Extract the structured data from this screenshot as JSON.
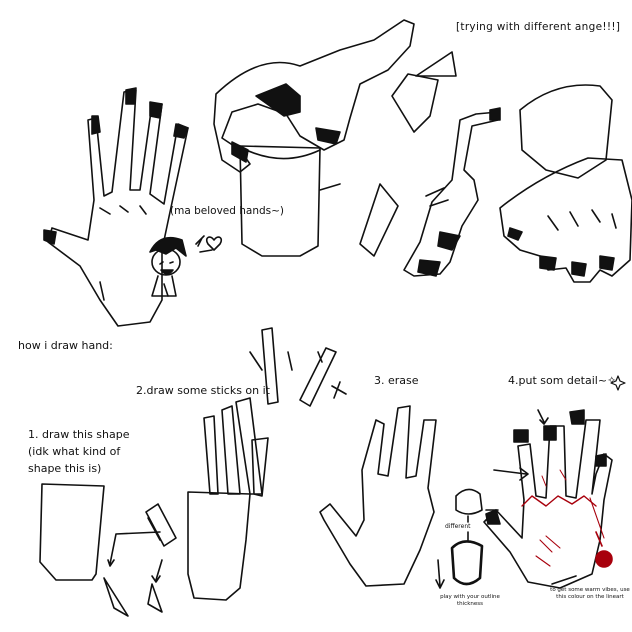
{
  "header": {
    "note": "[trying with different ange!!!]"
  },
  "sketch_top": {
    "bubble_text": "(ma beloved hands~)"
  },
  "tutorial": {
    "title": "how i draw hand:",
    "step1": "1. draw this shape (idk what kind of shape this is)",
    "step2": "2.draw some sticks on it",
    "step3": "3. erase",
    "step4": "4.put som detail~✧",
    "note_different": "different",
    "note_outline": "play with your outline thickness",
    "note_colour": "to get some warm vibes, use this colour on the lineart"
  },
  "colors": {
    "ink": "#111111",
    "background": "#ffffff",
    "accent_red": "#a8000c"
  },
  "icons": [
    "sparkle-icon",
    "heart-icon"
  ]
}
